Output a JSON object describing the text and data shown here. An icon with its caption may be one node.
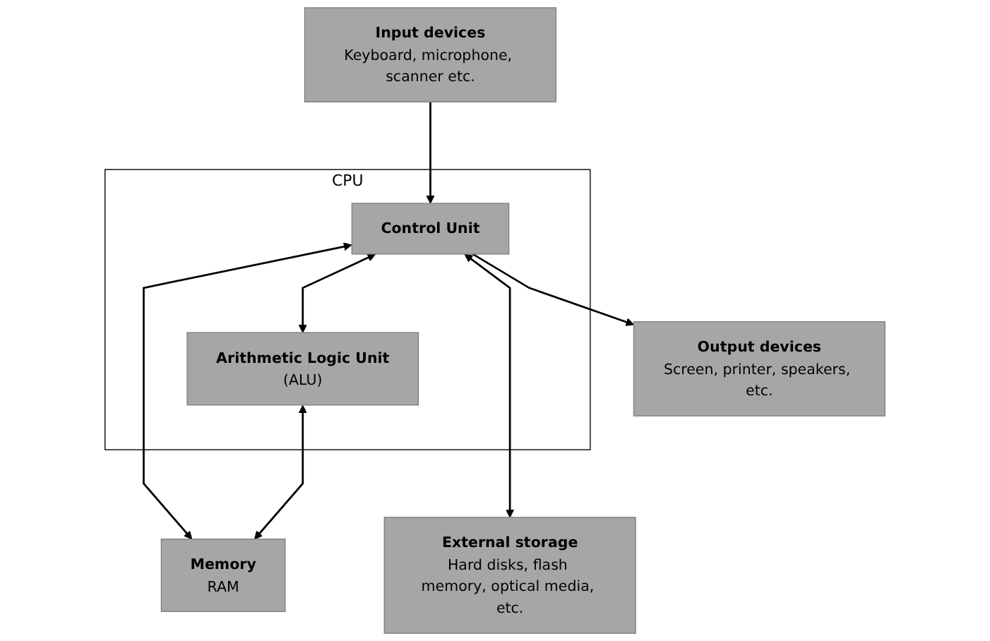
{
  "diagram": {
    "nodes": [
      {
        "text": [
          "Input devices",
          "Keyboard, microphone, scanner etc."
        ]
      },
      {
        "text": [
          "Output devices",
          "Screen, printer, speakers, etc."
        ]
      },
      {
        "text": [
          "CPU"
        ]
      },
      {
        "text": [
          "Control Unit"
        ],
        "in": 2
      },
      {
        "text": [
          "Arithmetic Logic Unit",
          "(ALU)"
        ],
        "in": 2
      },
      {
        "text": [
          "External storage",
          "Hard disks, flash memory, optical media, etc."
        ]
      },
      {
        "text": [
          "Memory",
          "RAM"
        ]
      }
    ],
    "edges": [
      {
        "from": 0,
        "to": 3,
        "arrow": "to"
      },
      {
        "from": 3,
        "to": 1,
        "arrow": "to"
      },
      {
        "from": 3,
        "to": 4,
        "arrow": "both"
      },
      {
        "from": 3,
        "to": 5,
        "arrow": "both"
      },
      {
        "from": 3,
        "to": 6,
        "arrow": "both"
      },
      {
        "from": 4,
        "to": 6,
        "arrow": "both"
      }
    ]
  }
}
